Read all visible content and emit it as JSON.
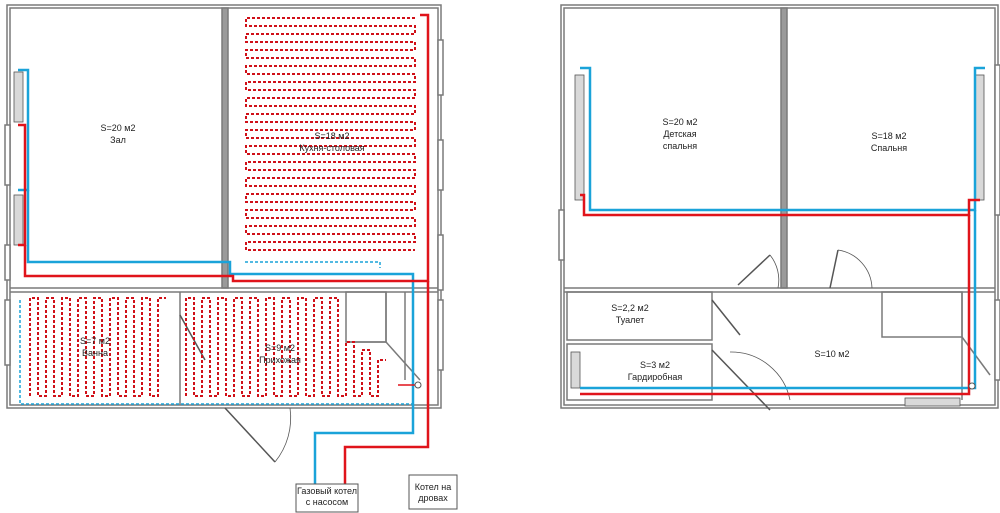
{
  "colors": {
    "wall": "#7a7a7a",
    "wall_dark": "#555555",
    "pipe_supply": "#e0141b",
    "pipe_return": "#1aa3d9",
    "floor_heat": "#d01018",
    "radiator": "#d9d9d9",
    "text": "#222222"
  },
  "plan1": {
    "rooms": [
      {
        "id": "hall",
        "area": "S=20 м2",
        "name": "Зал"
      },
      {
        "id": "kitchen",
        "area": "S=18 м2",
        "name": "Кухня-столовая"
      },
      {
        "id": "bath",
        "area": "S=7 м2",
        "name": "Ванна"
      },
      {
        "id": "hallway",
        "area": "S=9 м2",
        "name": "Прихожая"
      }
    ],
    "boilers": [
      {
        "id": "gas",
        "lines": [
          "Газовый котел",
          "с насосом"
        ]
      },
      {
        "id": "wood",
        "lines": [
          "Котел на",
          "дровах"
        ]
      }
    ]
  },
  "plan2": {
    "rooms": [
      {
        "id": "kids",
        "area": "S=20 м2",
        "name": "Детская спальня",
        "name_lines": [
          "Детская",
          "спальня"
        ]
      },
      {
        "id": "bedroom",
        "area": "S=18 м2",
        "name": "Спальня"
      },
      {
        "id": "toilet",
        "area": "S=2,2 м2",
        "name": "Туалет"
      },
      {
        "id": "wardrobe",
        "area": "S=3 м2",
        "name": "Гардиробная"
      },
      {
        "id": "corridor",
        "area": "S=10 м2",
        "name": ""
      }
    ]
  }
}
